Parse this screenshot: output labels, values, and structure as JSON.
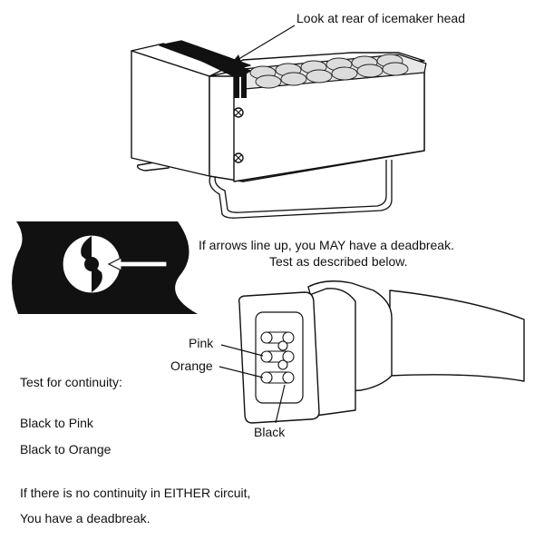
{
  "callouts": {
    "rear_head": "Look at rear of icemaker head",
    "arrows_line": "If arrows line up, you MAY have a deadbreak.",
    "test_below": "Test as described below."
  },
  "wires": {
    "pink": "Pink",
    "orange": "Orange",
    "black": "Black"
  },
  "test": {
    "title": "Test for continuity:",
    "items": [
      "Black to Pink",
      "Black to Orange"
    ]
  },
  "conclusion": {
    "line1": "If there is no continuity in EITHER circuit,",
    "line2": "You have a deadbreak."
  },
  "colors": {
    "ink": "#111111",
    "paper": "#ffffff",
    "tray": "#d9d9d9"
  }
}
